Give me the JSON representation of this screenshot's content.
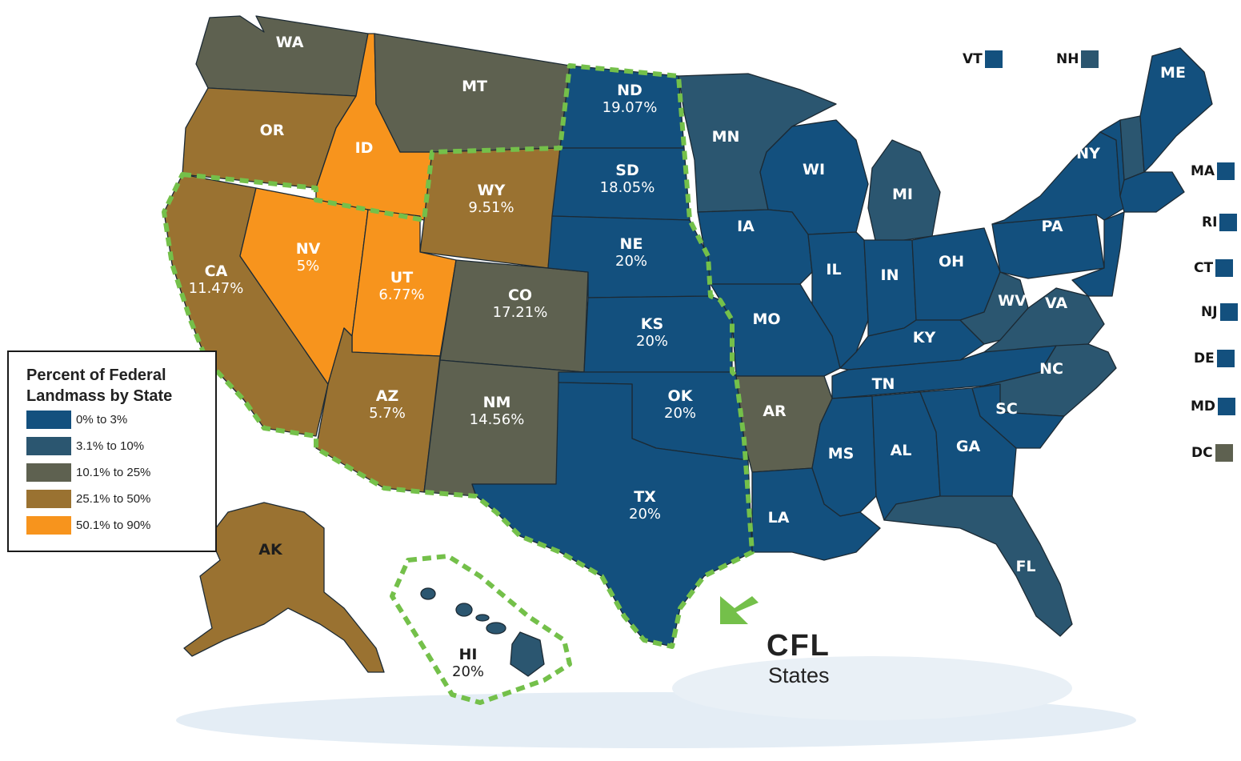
{
  "colors": {
    "bin1": "#13507e",
    "bin2": "#2b5670",
    "bin3": "#5e6150",
    "bin4": "#9a7231",
    "bin5": "#f7941d",
    "cfl_outline": "#74c04a",
    "ocean_shadow": "#e4edf5"
  },
  "legend": {
    "title": "Percent of Federal Landmass by State",
    "items": [
      {
        "label": "0% to 3%",
        "color": "#13507e"
      },
      {
        "label": "3.1% to 10%",
        "color": "#2b5670"
      },
      {
        "label": "10.1% to 25%",
        "color": "#5e6150"
      },
      {
        "label": "25.1% to 50%",
        "color": "#9a7231"
      },
      {
        "label": "50.1% to 90%",
        "color": "#f7941d"
      }
    ]
  },
  "states": [
    {
      "abbr": "WA",
      "pct": ""
    },
    {
      "abbr": "OR",
      "pct": ""
    },
    {
      "abbr": "ID",
      "pct": ""
    },
    {
      "abbr": "MT",
      "pct": ""
    },
    {
      "abbr": "ND",
      "pct": "19.07%"
    },
    {
      "abbr": "SD",
      "pct": "18.05%"
    },
    {
      "abbr": "WY",
      "pct": "9.51%"
    },
    {
      "abbr": "NE",
      "pct": "20%"
    },
    {
      "abbr": "CA",
      "pct": "11.47%"
    },
    {
      "abbr": "NV",
      "pct": "5%"
    },
    {
      "abbr": "UT",
      "pct": "6.77%"
    },
    {
      "abbr": "CO",
      "pct": "17.21%"
    },
    {
      "abbr": "KS",
      "pct": "20%"
    },
    {
      "abbr": "AZ",
      "pct": "5.7%"
    },
    {
      "abbr": "NM",
      "pct": "14.56%"
    },
    {
      "abbr": "OK",
      "pct": "20%"
    },
    {
      "abbr": "TX",
      "pct": "20%"
    },
    {
      "abbr": "HI",
      "pct": "20%"
    },
    {
      "abbr": "AK",
      "pct": ""
    },
    {
      "abbr": "MN",
      "pct": ""
    },
    {
      "abbr": "IA",
      "pct": ""
    },
    {
      "abbr": "MO",
      "pct": ""
    },
    {
      "abbr": "AR",
      "pct": ""
    },
    {
      "abbr": "LA",
      "pct": ""
    },
    {
      "abbr": "WI",
      "pct": ""
    },
    {
      "abbr": "MI",
      "pct": ""
    },
    {
      "abbr": "IL",
      "pct": ""
    },
    {
      "abbr": "IN",
      "pct": ""
    },
    {
      "abbr": "OH",
      "pct": ""
    },
    {
      "abbr": "KY",
      "pct": ""
    },
    {
      "abbr": "TN",
      "pct": ""
    },
    {
      "abbr": "MS",
      "pct": ""
    },
    {
      "abbr": "AL",
      "pct": ""
    },
    {
      "abbr": "GA",
      "pct": ""
    },
    {
      "abbr": "FL",
      "pct": ""
    },
    {
      "abbr": "SC",
      "pct": ""
    },
    {
      "abbr": "NC",
      "pct": ""
    },
    {
      "abbr": "VA",
      "pct": ""
    },
    {
      "abbr": "WV",
      "pct": ""
    },
    {
      "abbr": "PA",
      "pct": ""
    },
    {
      "abbr": "NY",
      "pct": ""
    },
    {
      "abbr": "ME",
      "pct": ""
    }
  ],
  "small_states": [
    {
      "abbr": "VT"
    },
    {
      "abbr": "NH"
    },
    {
      "abbr": "MA"
    },
    {
      "abbr": "RI"
    },
    {
      "abbr": "CT"
    },
    {
      "abbr": "NJ"
    },
    {
      "abbr": "DE"
    },
    {
      "abbr": "MD"
    },
    {
      "abbr": "DC"
    }
  ],
  "cfl_note": {
    "title": "CFL",
    "subtitle": "States"
  }
}
